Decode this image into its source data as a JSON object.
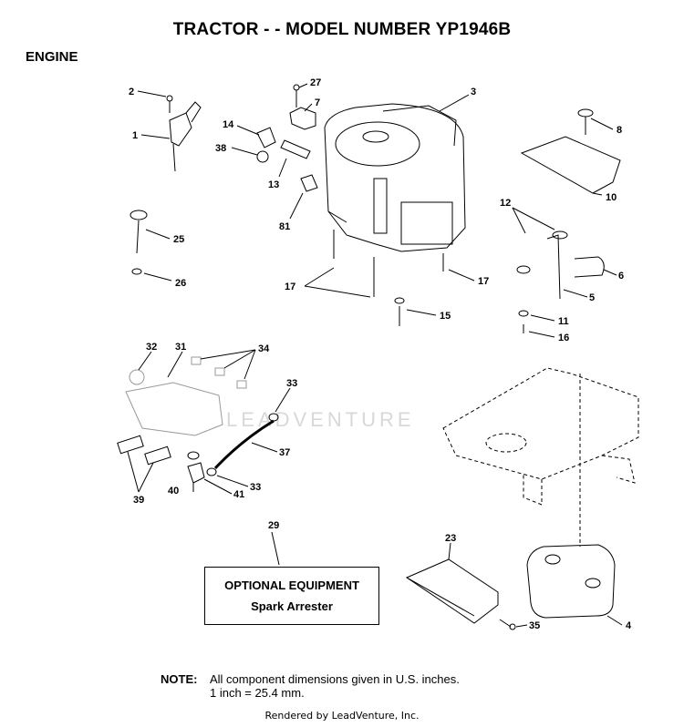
{
  "header": {
    "title": "TRACTOR - - MODEL NUMBER YP1946B",
    "section": "ENGINE"
  },
  "callouts": [
    "1",
    "2",
    "3",
    "4",
    "5",
    "6",
    "7",
    "8",
    "10",
    "11",
    "12",
    "13",
    "14",
    "15",
    "16",
    "17",
    "17",
    "23",
    "25",
    "26",
    "27",
    "29",
    "31",
    "32",
    "33",
    "33",
    "34",
    "35",
    "37",
    "38",
    "39",
    "40",
    "41",
    "81"
  ],
  "optional": {
    "heading": "OPTIONAL EQUIPMENT",
    "item": "Spark Arrester"
  },
  "note": {
    "label": "NOTE:",
    "line1": "All component dimensions given in U.S. inches.",
    "line2": "1 inch = 25.4 mm."
  },
  "watermark": "LEADVENTURE",
  "footer": "Rendered by LeadVenture, Inc."
}
